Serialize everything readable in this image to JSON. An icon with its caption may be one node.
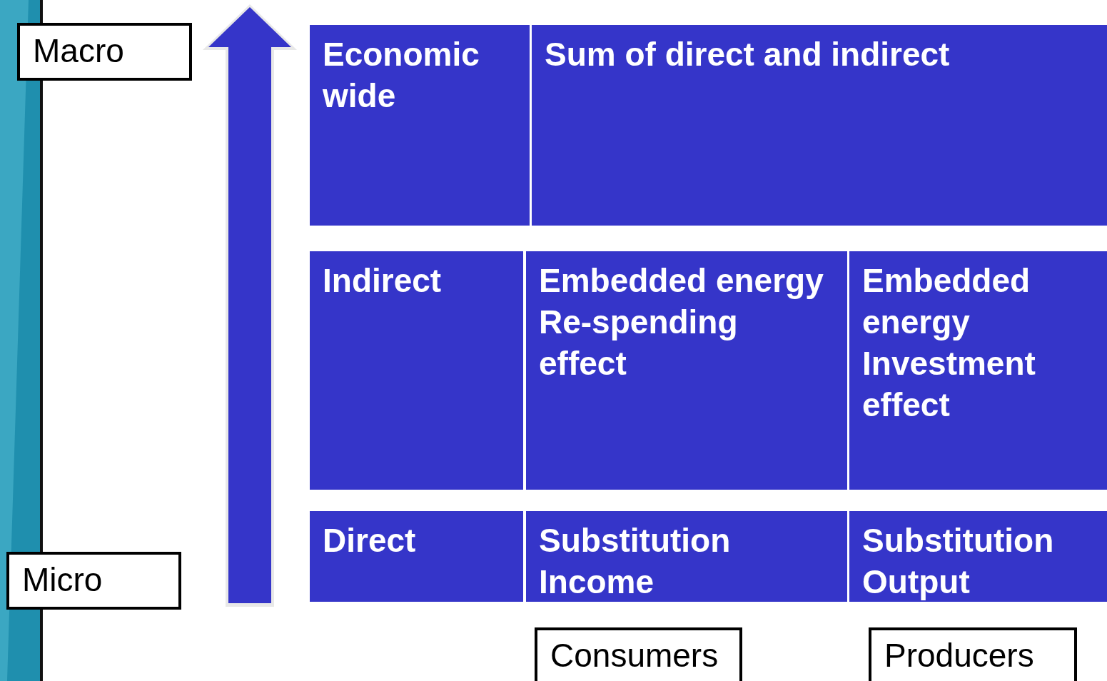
{
  "diagram": {
    "nodes": [
      {
        "text": [
          "Macro"
        ]
      },
      {
        "text": [
          "Economic wide"
        ]
      },
      {
        "text": [
          "Sum of direct and indirect"
        ]
      },
      {
        "text": [
          "Indirect"
        ]
      },
      {
        "text": [
          "Embedded energy Re-spending effect"
        ]
      },
      {
        "text": [
          "Embedded energy Investment effect"
        ]
      },
      {
        "text": [
          "Direct"
        ]
      },
      {
        "text": [
          "Substitution Income"
        ]
      },
      {
        "text": [
          "Substitution Output"
        ]
      },
      {
        "text": [
          "Micro"
        ]
      },
      {
        "text": [
          "Consumers"
        ]
      },
      {
        "text": [
          "Producers"
        ]
      }
    ]
  }
}
